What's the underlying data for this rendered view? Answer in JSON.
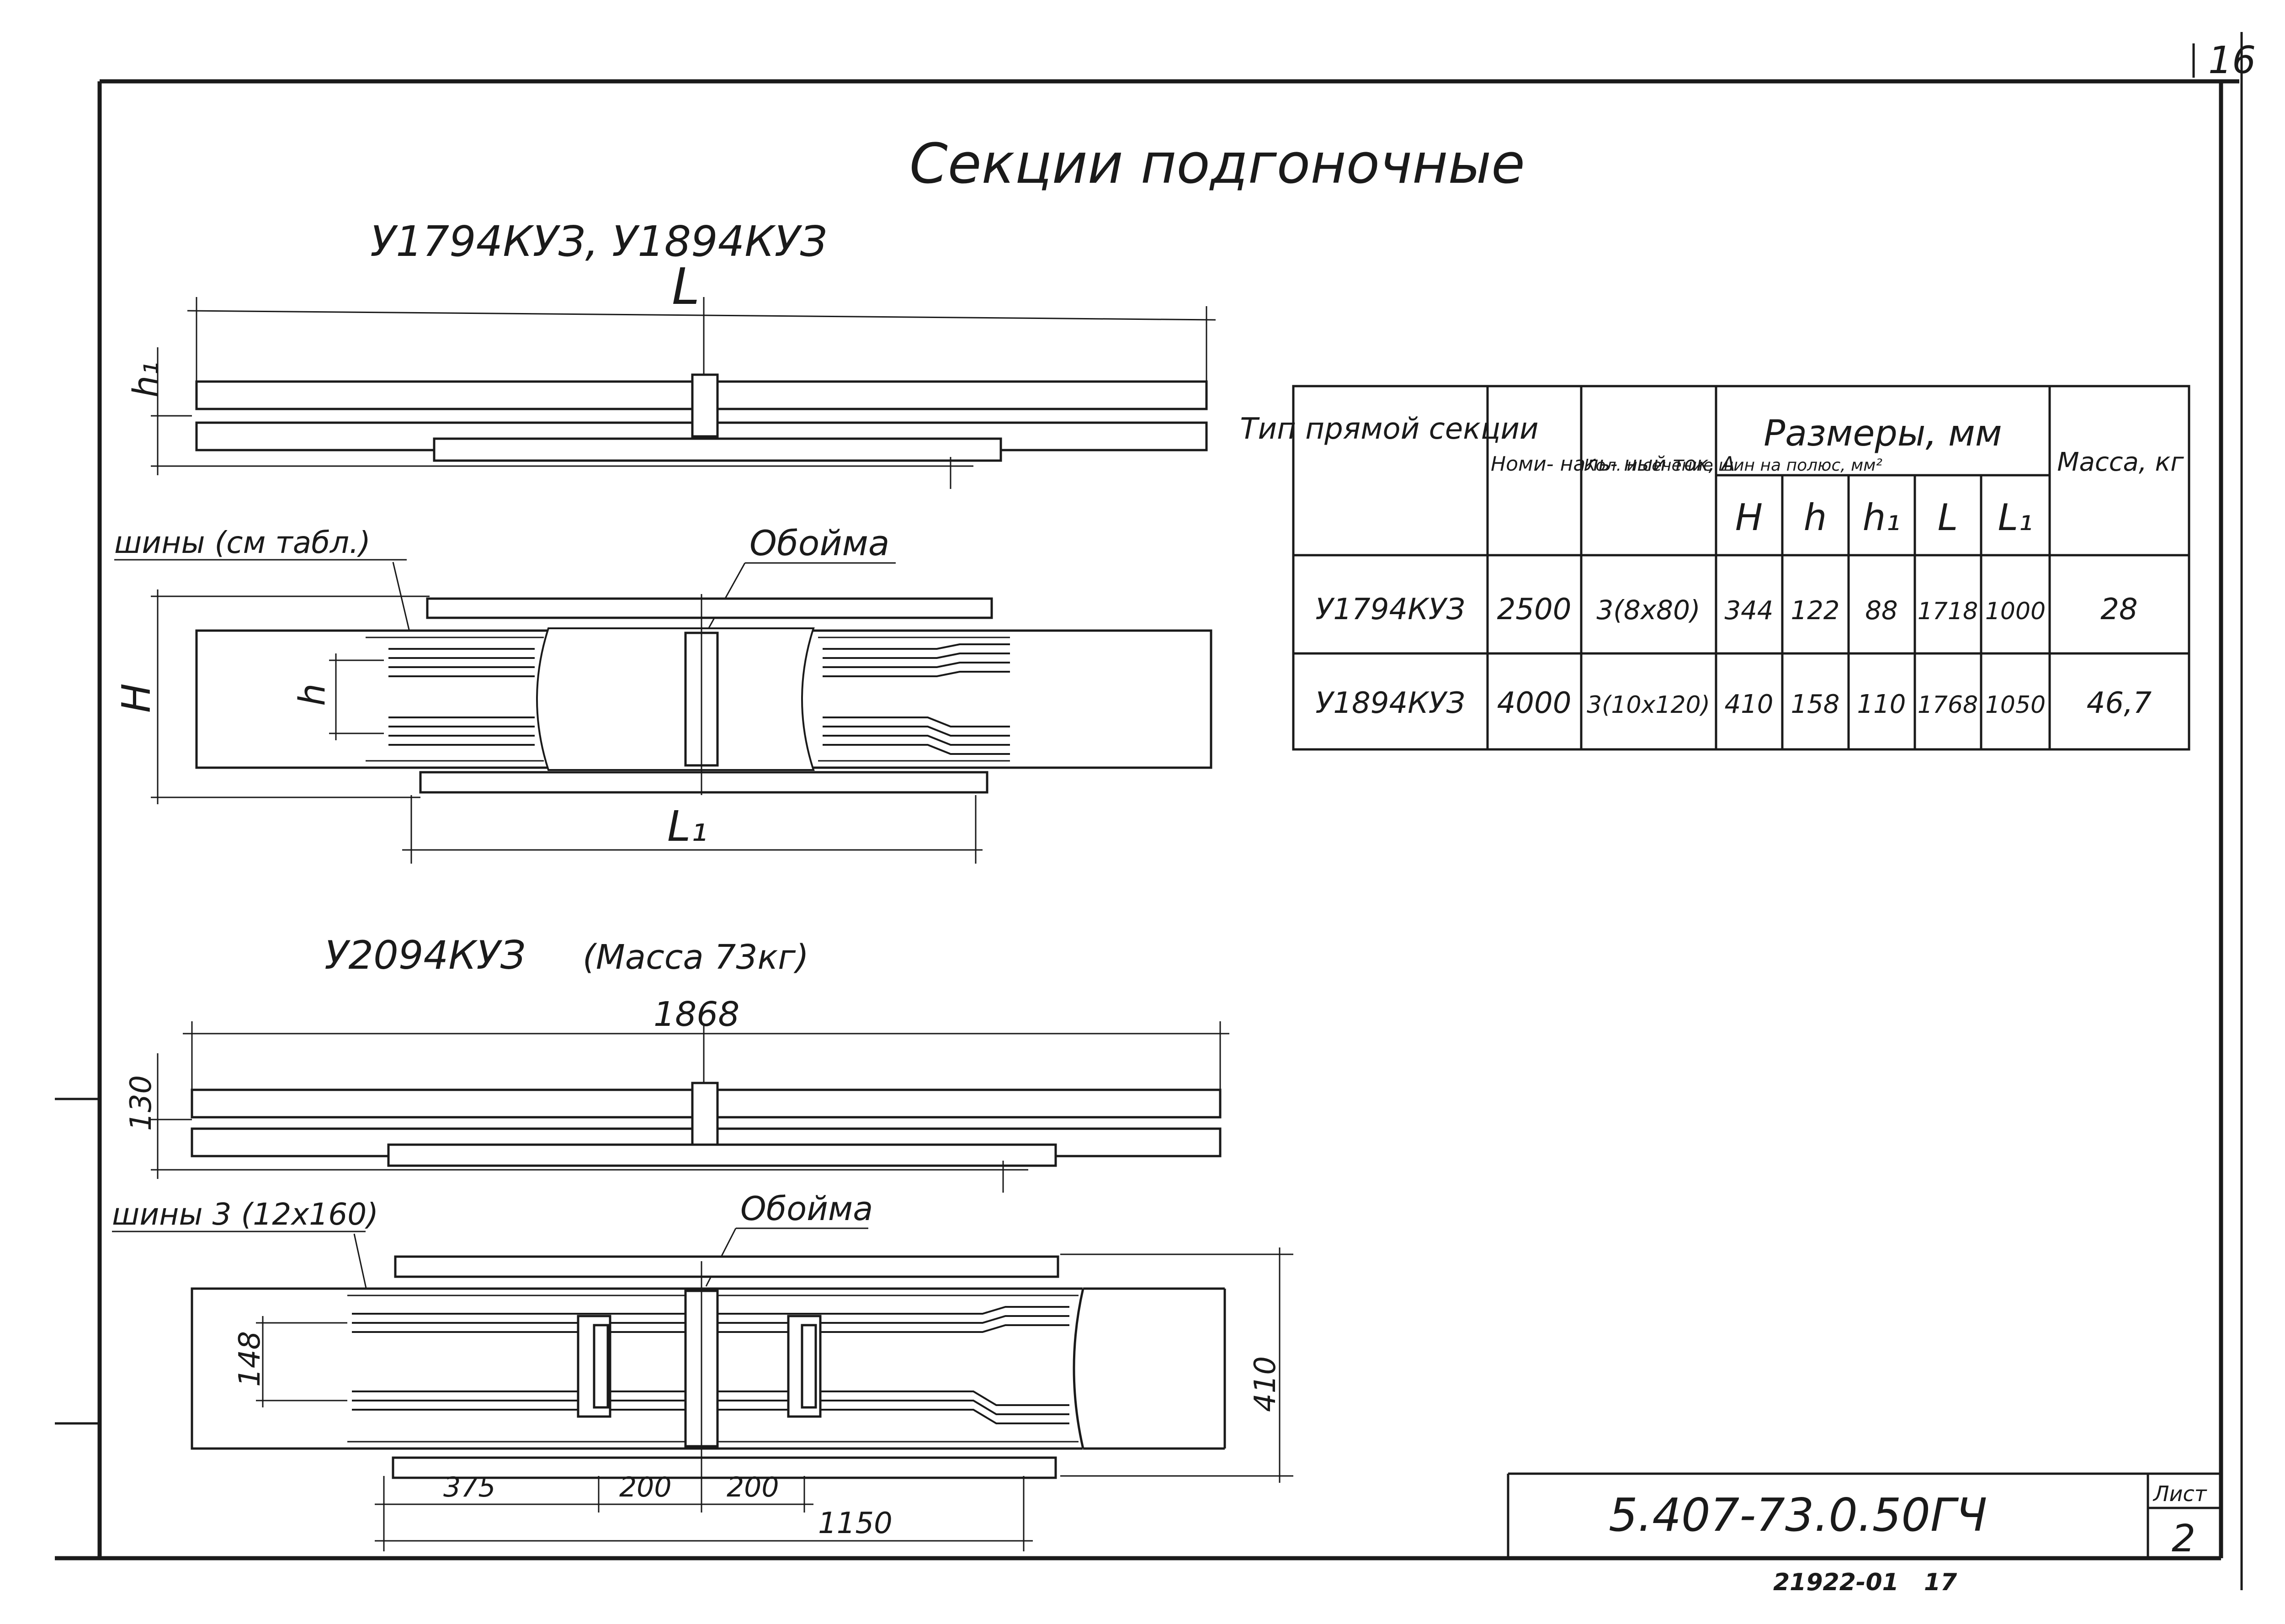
{
  "sheet": {
    "corner_number": "16",
    "title": "Секции подгоночные",
    "section1_heading": "У1794КУЗ, У1894КУЗ",
    "section2_heading": "У2094КУЗ",
    "section2_mass_note": "(Масса 73кг)"
  },
  "drawing1": {
    "dim_L": "L",
    "dim_h1": "h₁",
    "dim_H": "H",
    "dim_h": "h",
    "dim_L1": "L₁",
    "label_buses": "шины (см табл.)",
    "label_clip": "Обойма"
  },
  "drawing2": {
    "dim_length": "1868",
    "dim_130": "130",
    "dim_148": "148",
    "dim_410": "410",
    "dim_375": "375",
    "dim_200a": "200",
    "dim_200b": "200",
    "dim_1150": "1150",
    "label_buses": "шины 3 (12х160)",
    "label_clip": "Обойма"
  },
  "table": {
    "headers": {
      "type": "Тип прямой секции",
      "current": "Номи- наль- ный ток, А",
      "buses": "Кол. и сечение шин на полюс, мм²",
      "sizes": "Размеры, мм",
      "mass": "Масса, кг"
    },
    "size_columns": [
      "H",
      "h",
      "h₁",
      "L",
      "L₁"
    ],
    "rows": [
      {
        "type": "У1794КУЗ",
        "current": "2500",
        "buses": "3(8х80)",
        "H": "344",
        "h": "122",
        "h1": "88",
        "L": "1718",
        "L1": "1000",
        "mass": "28"
      },
      {
        "type": "У1894КУЗ",
        "current": "4000",
        "buses": "3(10х120)",
        "H": "410",
        "h": "158",
        "h1": "110",
        "L": "1768",
        "L1": "1050",
        "mass": "46,7"
      }
    ]
  },
  "stamp": {
    "doc_code": "5.407-73.0.50ГЧ",
    "sheet_label": "Лист",
    "sheet_number": "2",
    "archive_number": "21922-01",
    "archive_suffix": "17"
  }
}
